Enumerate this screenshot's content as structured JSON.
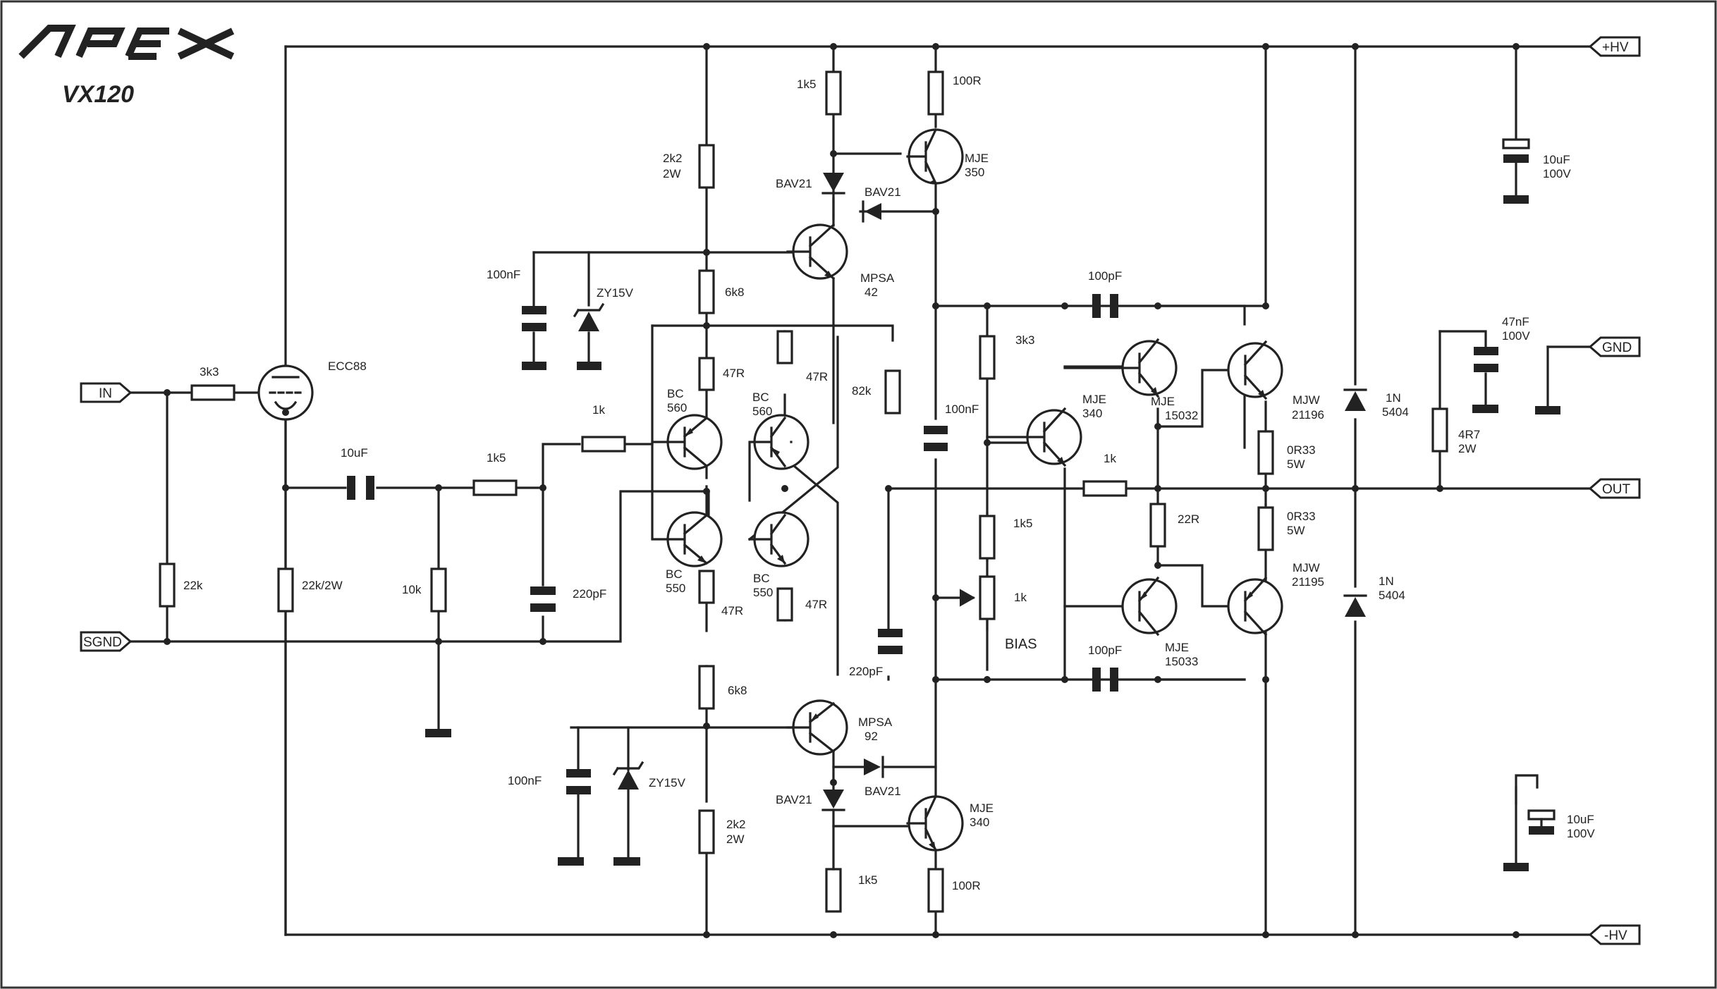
{
  "brand": {
    "logo": "APEX",
    "model": "VX120"
  },
  "ports": {
    "in": "IN",
    "sgnd": "SGND",
    "hv_pos": "+HV",
    "hv_neg": "-HV",
    "gnd": "GND",
    "out": "OUT"
  },
  "labels": {
    "r_3k3": "3k3",
    "tube": "ECC88",
    "r_22k": "22k",
    "r_22k_2w": "22k/2W",
    "c_10uf_in": "10uF",
    "r_1k5_in": "1k5",
    "r_10k": "10k",
    "c_220pf": "220pF",
    "r_1k_fb": "1k",
    "r_2k2_top": [
      "2k2",
      "2W"
    ],
    "r_6k8_top": "6k8",
    "c_100nf_top": "100nF",
    "z_top": "ZY15V",
    "r_1k5_top": "1k5",
    "d_bav21_a": "BAV21",
    "d_bav21_b": "BAV21",
    "r_100r_top": "100R",
    "q_mje350": [
      "MJE",
      "350"
    ],
    "q_mpsa42": [
      "MPSA",
      "42"
    ],
    "r_47r_1": "47R",
    "r_47r_2": "47R",
    "q_bc560_a": [
      "BC",
      "560"
    ],
    "q_bc560_b": [
      "BC",
      "560"
    ],
    "q_bc550_a": [
      "BC",
      "550"
    ],
    "q_bc550_b": [
      "BC",
      "550"
    ],
    "r_47r_3": "47R",
    "r_47r_4": "47R",
    "r_82k": "82k",
    "c_220pf_b": "220pF",
    "r_6k8_bot": "6k8",
    "q_mpsa92": [
      "MPSA",
      "92"
    ],
    "c_100nf_bot": "100nF",
    "z_bot": "ZY15V",
    "r_2k2_bot": [
      "2k2",
      "2W"
    ],
    "d_bav21_c": "BAV21",
    "d_bav21_d": "BAV21",
    "r_1k5_bot": "1k5",
    "q_mje340_bot": [
      "MJE",
      "340"
    ],
    "r_100r_bot": "100R",
    "c_100nf_mid": "100nF",
    "c_100pf_top": "100pF",
    "r_3k3_bias": "3k3",
    "q_mje340_vbe": [
      "MJE",
      "340"
    ],
    "r_1k_out": "1k",
    "r_1k5_bias": "1k5",
    "pot_1k": "1k",
    "bias": "BIAS",
    "c_100pf_bot": "100pF",
    "q_mje15032": [
      "MJE",
      "15032"
    ],
    "q_mje15033": [
      "MJE",
      "15033"
    ],
    "r_22r": "22R",
    "q_mjw21196": [
      "MJW",
      "21196"
    ],
    "q_mjw21195": [
      "MJW",
      "21195"
    ],
    "r_0r33_top": [
      "0R33",
      "5W"
    ],
    "r_0r33_bot": [
      "0R33",
      "5W"
    ],
    "d_1n5404_top": [
      "1N",
      "5404"
    ],
    "d_1n5404_bot": [
      "1N",
      "5404"
    ],
    "c_10uf_top": [
      "10uF",
      "100V"
    ],
    "c_10uf_bot": [
      "10uF",
      "100V"
    ],
    "c_47nf": [
      "47nF",
      "100V"
    ],
    "r_4r7": [
      "4R7",
      "2W"
    ]
  }
}
